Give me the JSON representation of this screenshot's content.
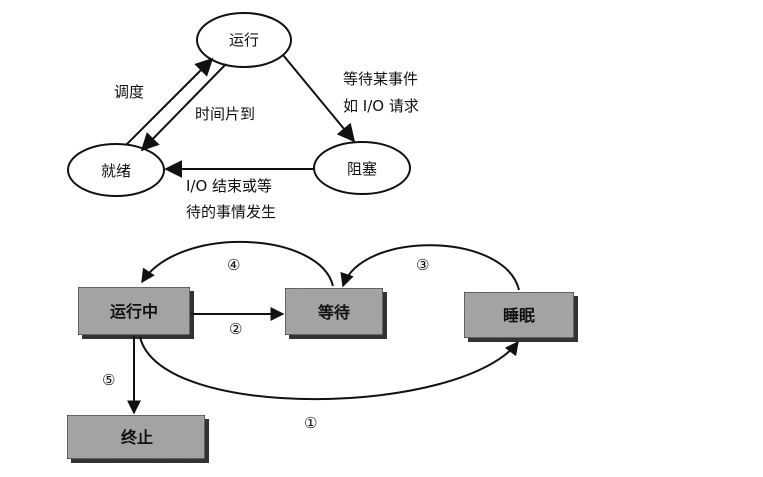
{
  "top_diagram": {
    "states": {
      "running": "运行",
      "ready": "就绪",
      "blocked": "阻塞"
    },
    "edges": {
      "schedule": "调度",
      "time_slice_line1": "时间片到",
      "wait_event_line1": "等待某事件",
      "wait_event_line2": "如 I/O 请求",
      "io_done_line1": "I/O 结束或等",
      "io_done_line2": "待的事情发生"
    }
  },
  "bottom_diagram": {
    "states": {
      "running": "运行中",
      "waiting": "等待",
      "sleeping": "睡眠",
      "terminated": "终止"
    },
    "transitions": [
      "①",
      "②",
      "③",
      "④",
      "⑤"
    ]
  },
  "colors": {
    "box_fill": "#a8a8a8",
    "box_shadow": "#333333",
    "stroke": "#111111"
  }
}
